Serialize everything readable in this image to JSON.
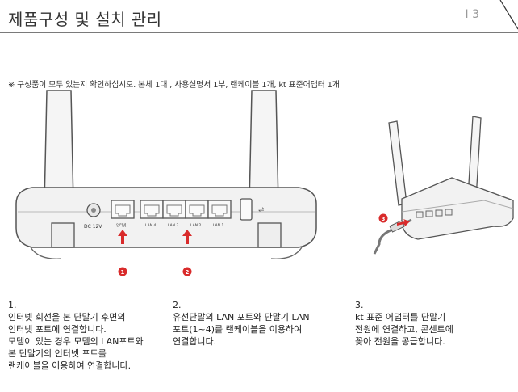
{
  "header": {
    "title": "제품구성 및 설치 관리",
    "page_number": "I 3"
  },
  "note": "※ 구성품이 모두 있는지 확인하십시오. 본체 1대 , 사용설명서 1부, 랜케이블 1개, kt 표준어댑터 1개",
  "router_back": {
    "dc_label": "DC 12V",
    "port_labels": [
      "인터넷",
      "LAN 4",
      "LAN 3",
      "LAN 2",
      "LAN 1"
    ],
    "callouts": [
      "1",
      "2"
    ]
  },
  "router_side": {
    "callout": "3"
  },
  "steps": [
    {
      "num": "1.",
      "lines": [
        "인터넷 회선을 본 단말기 후면의",
        "인터넷 포트에 연결합니다.",
        "모뎀이 있는 경우 모뎀의 LAN포트와",
        "본 단말기의 인터넷 포트를",
        "랜케이블을 이용하여 연결합니다."
      ]
    },
    {
      "num": "2.",
      "lines": [
        "유선단말의 LAN 포트와 단말기 LAN",
        "포트(1~4)를 랜케이블을 이용하여",
        "연결합니다."
      ]
    },
    {
      "num": "3.",
      "lines": [
        "kt 표준 어댑터를 단말기",
        "전원에 연결하고, 콘센트에",
        "꽂아 전원을 공급합니다."
      ]
    }
  ],
  "colors": {
    "accent_red": "#d92b2b",
    "line_gray": "#7a7a7a"
  }
}
